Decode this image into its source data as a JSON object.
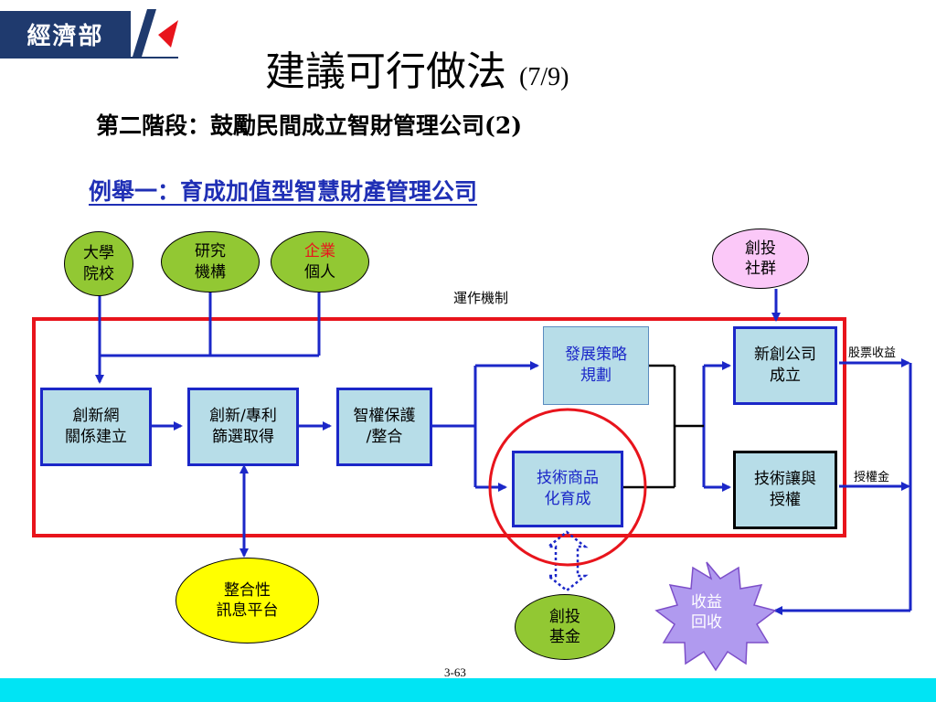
{
  "header": {
    "logo_text": "經濟部",
    "title": "建議可行做法",
    "title_page": "(7/9)",
    "subtitle": "第二階段：鼓勵民間成立智財管理公司(2)",
    "example": "例舉一：育成加值型智慧財產管理公司"
  },
  "diagram": {
    "sources": [
      {
        "line1": "大學",
        "line2": "院校"
      },
      {
        "line1": "研究",
        "line2": "機構"
      },
      {
        "line1": "企業",
        "line2": "個人"
      }
    ],
    "investor_community": {
      "line1": "創投",
      "line2": "社群"
    },
    "mechanism_label": "運作機制",
    "steps": [
      {
        "line1": "創新網",
        "line2": "關係建立"
      },
      {
        "line1": "創新/專利",
        "line2": "篩選取得"
      },
      {
        "line1": "智權保護",
        "line2": "/整合"
      }
    ],
    "strategy": {
      "line1": "發展策略",
      "line2": "規劃"
    },
    "incubation": {
      "line1": "技術商品",
      "line2": "化育成"
    },
    "new_company": {
      "line1": "新創公司",
      "line2": "成立"
    },
    "licensing": {
      "line1": "技術讓與",
      "line2": "授權"
    },
    "stock_label": "股票收益",
    "royalty_label": "授權金",
    "platform": {
      "line1": "整合性",
      "line2": "訊息平台"
    },
    "vc_fund": {
      "line1": "創投",
      "line2": "基金"
    },
    "revenue": {
      "line1": "收益",
      "line2": "回收"
    },
    "colors": {
      "frame_red": "#e8141c",
      "arrow_blue": "#1b27c8",
      "box_fill": "#b7dde8",
      "oval_green": "#92c833",
      "oval_yellow": "#ffff00",
      "oval_pink": "#fbc8f8",
      "star_purple": "#b09aef",
      "highlight_red": "#e8141c"
    }
  },
  "footer": {
    "page_number": "3-63"
  }
}
